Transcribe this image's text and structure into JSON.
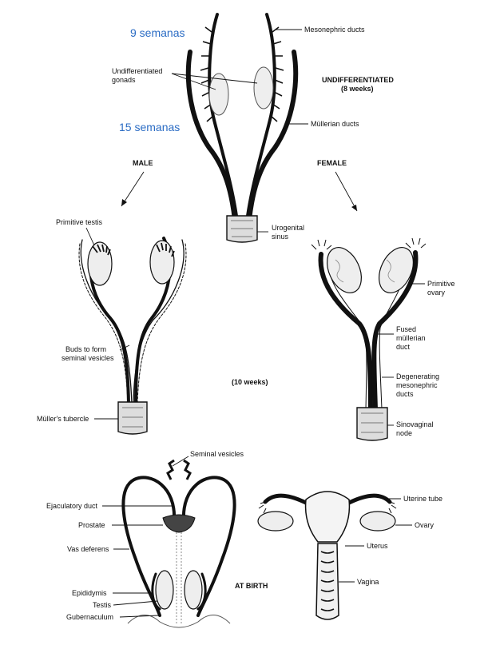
{
  "annotations": {
    "week9": "9 semanas",
    "week15": "15 semanas"
  },
  "undifferentiated": {
    "title": "UNDIFFERENTIATED",
    "subtitle": "(8 weeks)",
    "labels": {
      "mesonephric": "Mesonephric ducts",
      "gonads_l1": "Undifferentiated",
      "gonads_l2": "gonads",
      "mullerian": "Müllerian ducts",
      "sinus_l1": "Urogenital",
      "sinus_l2": "sinus"
    }
  },
  "branches": {
    "male": "MALE",
    "female": "FEMALE"
  },
  "stage10": {
    "label": "(10 weeks)",
    "male": {
      "testis": "Primitive testis",
      "buds_l1": "Buds to form",
      "buds_l2": "seminal vesicles",
      "tubercle": "Müller's tubercle"
    },
    "female": {
      "ovary_l1": "Primitive",
      "ovary_l2": "ovary",
      "fused_l1": "Fused",
      "fused_l2": "müllerian",
      "fused_l3": "duct",
      "degen_l1": "Degenerating",
      "degen_l2": "mesonephric",
      "degen_l3": "ducts",
      "sino_l1": "Sinovaginal",
      "sino_l2": "node"
    }
  },
  "birth": {
    "label": "AT BIRTH",
    "male": {
      "seminal": "Seminal vesicles",
      "ejaculatory": "Ejaculatory duct",
      "prostate": "Prostate",
      "vas": "Vas deferens",
      "epididymis": "Epididymis",
      "testis": "Testis",
      "gubernaculum": "Gubernaculum"
    },
    "female": {
      "tube": "Uterine tube",
      "ovary": "Ovary",
      "uterus": "Uterus",
      "vagina": "Vagina"
    }
  }
}
